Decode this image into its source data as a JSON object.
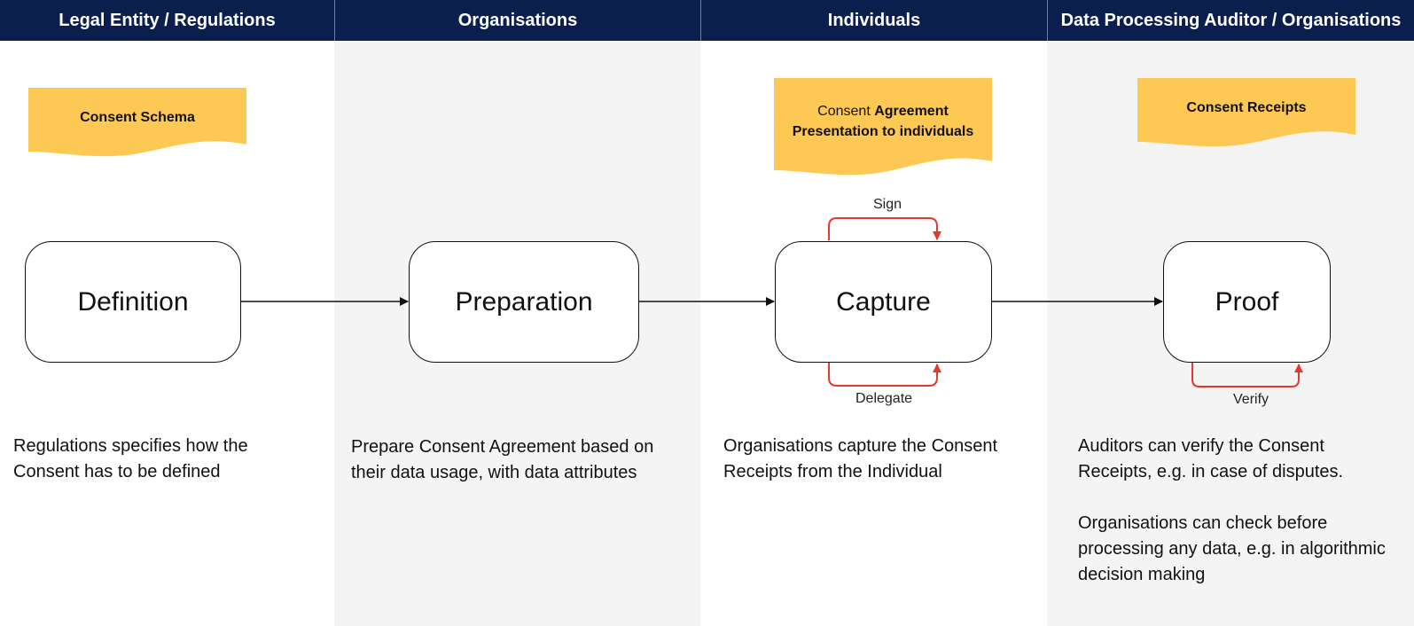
{
  "lanes": [
    {
      "header": "Legal Entity / Regulations"
    },
    {
      "header": "Organisations"
    },
    {
      "header": "Individuals"
    },
    {
      "header": "Data Processing Auditor / Organisations"
    }
  ],
  "documents": {
    "consent_schema": "Consent Schema",
    "consent_agreement": {
      "line1_regular": "Consent ",
      "line1_bold": "Agreement",
      "line2": "Presentation to individuals"
    },
    "consent_receipts": "Consent Receipts"
  },
  "stages": {
    "definition": "Definition",
    "preparation": "Preparation",
    "capture": "Capture",
    "proof": "Proof"
  },
  "loops": {
    "sign": "Sign",
    "delegate": "Delegate",
    "verify": "Verify"
  },
  "descriptions": {
    "legal": "Regulations specifies how the Consent has to be defined",
    "organisations": "Prepare Consent Agreement based on their data usage, with data attributes",
    "individuals": "Organisations capture the Consent Receipts from the Individual",
    "auditor_1": "Auditors can verify the Consent Receipts, e.g. in case of disputes.",
    "auditor_2": "Organisations can check before processing any data, e.g. in algorithmic decision making"
  },
  "colors": {
    "header_bg": "#0b1f4f",
    "lane_alt_bg": "#f4f4f4",
    "document_fill": "#fdc854",
    "loop_arrow": "#e8372c",
    "flow_arrow": "#111111"
  }
}
